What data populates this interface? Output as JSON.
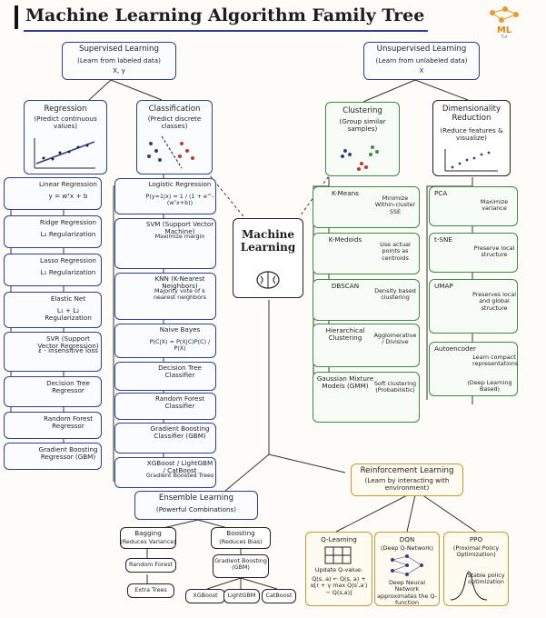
{
  "title": "Machine Learning Algorithm Family Tree",
  "logo": {
    "text": "ML",
    "sub": "Tut"
  },
  "center": {
    "label": "Machine Learning"
  },
  "supervised": {
    "title": "Supervised Learning",
    "desc": "(Learn from labeled data)",
    "vars": "X, y"
  },
  "unsupervised": {
    "title": "Unsupervised Learning",
    "desc": "(Learn from unlabeled data)",
    "vars": "X"
  },
  "regression": {
    "title": "Regression",
    "desc": "(Predict continuous values)"
  },
  "classification": {
    "title": "Classification",
    "desc": "(Predict discrete classes)"
  },
  "clustering": {
    "title": "Clustering",
    "desc": "(Group similar samples)"
  },
  "dimred": {
    "title": "Dimensionality Reduction",
    "desc": "(Reduce features & visualize)"
  },
  "reg_items": [
    {
      "name": "Linear Regression",
      "formula": "y = wᵀx + b"
    },
    {
      "name": "Ridge Regression",
      "formula": "L₂ Regularization"
    },
    {
      "name": "Lasso Regression",
      "formula": "L₁ Regularization"
    },
    {
      "name": "Elastic Net",
      "formula": "L₁ + L₂ Regularization"
    },
    {
      "name": "SVR (Support Vector Regression)",
      "formula": "ε - insensitive loss"
    },
    {
      "name": "Decision Tree Regressor",
      "formula": ""
    },
    {
      "name": "Random Forest Regressor",
      "formula": ""
    },
    {
      "name": "Gradient Boosting Regressor (GBM)",
      "formula": ""
    }
  ],
  "cls_items": [
    {
      "name": "Logistic Regression",
      "formula": "P(y=1|x) = 1 / (1 + e^-(wᵀx+b))"
    },
    {
      "name": "SVM (Support Vector Machine)",
      "formula": "Maximize margin"
    },
    {
      "name": "KNN (K-Nearest Neighbors)",
      "formula": "Majority vote of k nearest neighbors"
    },
    {
      "name": "Naive Bayes",
      "formula": "P(C|X) = P(X|C)P(C) / P(X)"
    },
    {
      "name": "Decision Tree Classifier",
      "formula": ""
    },
    {
      "name": "Random Forest Classifier",
      "formula": ""
    },
    {
      "name": "Gradient Boosting Classifier (GBM)",
      "formula": ""
    },
    {
      "name": "XGBoost / LightGBM / CatBoost",
      "formula": "Gradient Boosted Trees"
    }
  ],
  "clu_items": [
    {
      "name": "K-Means",
      "desc": "Minimize Within-cluster SSE"
    },
    {
      "name": "K-Medoids",
      "desc": "Use actual points as centroids"
    },
    {
      "name": "DBSCAN",
      "desc": "Density based clustering"
    },
    {
      "name": "Hierarchical Clustering",
      "desc": "Agglomerative / Divisive"
    },
    {
      "name": "Gaussian Mixture Models (GMM)",
      "desc": "Soft clustering (Probabilistic)"
    }
  ],
  "dim_items": [
    {
      "name": "PCA",
      "desc": "Maximize variance"
    },
    {
      "name": "t-SNE",
      "desc": "Preserve local structure"
    },
    {
      "name": "UMAP",
      "desc": "Preserves local and global structure"
    },
    {
      "name": "Autoencoder",
      "desc": "Learn compact representations",
      "note": "(Deep Learning Based)"
    }
  ],
  "ensemble": {
    "title": "Ensemble Learning",
    "desc": "(Powerful Combinations)",
    "bagging": {
      "title": "Bagging",
      "desc": "(Reduces Variance)"
    },
    "boosting": {
      "title": "Boosting",
      "desc": "(Reduces Bias)"
    },
    "random_forest": "Random Forest",
    "extra_trees": "Extra Trees",
    "gb": "Gradient Boosting (GBM)",
    "xgb": "XGBoost",
    "lgbm": "LightGBM",
    "cat": "CatBoost"
  },
  "rl": {
    "title": "Reinforcement Learning",
    "desc": "(Learn by interacting with environment)",
    "q": {
      "title": "Q-Learning",
      "desc": "Update Q-value:",
      "formula": "Q(s, a) ← Q(s, a) + α[r + γ max Q(s′,a′) − Q(s,a)]"
    },
    "dqn": {
      "title": "DQN",
      "sub": "(Deep Q-Network)",
      "desc": "Deep Neural Network approximates the Q-function"
    },
    "ppo": {
      "title": "PPO",
      "sub": "(Proximal Policy Optimization)",
      "desc": "Stable policy optimization"
    }
  },
  "colors": {
    "blue": "#2f3f8f",
    "green": "#3f8a43",
    "gold": "#c99a2e"
  }
}
